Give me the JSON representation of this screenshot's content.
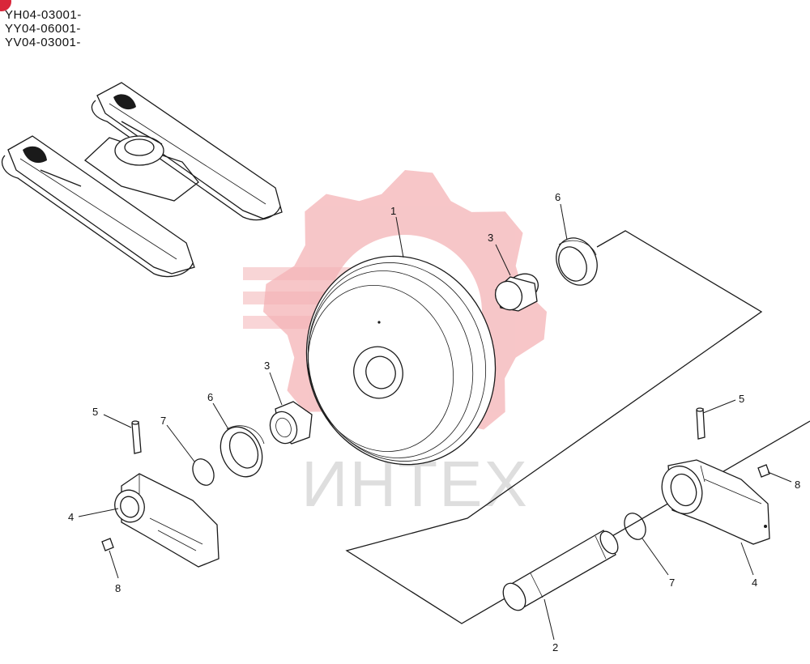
{
  "serials": [
    "YH04-03001-",
    "YY04-06001-",
    "YV04-03001-"
  ],
  "watermark": {
    "text": "ИНТЕХ",
    "color": "#f4b3b6"
  },
  "accent_color": "#d9263a",
  "callouts": [
    "1",
    "2",
    "3",
    "3",
    "4",
    "4",
    "5",
    "5",
    "6",
    "6",
    "7",
    "7",
    "8",
    "8"
  ]
}
